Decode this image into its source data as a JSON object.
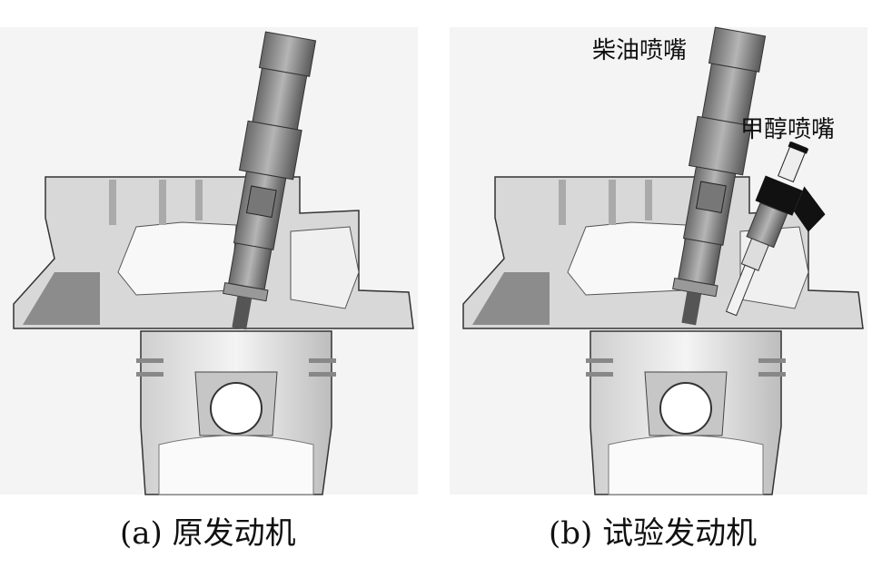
{
  "panels": [
    {
      "caption": "(a) 原发动机"
    },
    {
      "caption": "(b) 试验发动机",
      "labels": {
        "diesel_injector": "柴油喷嘴",
        "methanol_injector": "甲醇喷嘴"
      }
    }
  ],
  "colors": {
    "metal_light": "#e6e6e6",
    "metal_mid": "#b9b9b9",
    "metal_dark": "#6f6f6f",
    "outline": "#333333",
    "connector": "#111111"
  }
}
